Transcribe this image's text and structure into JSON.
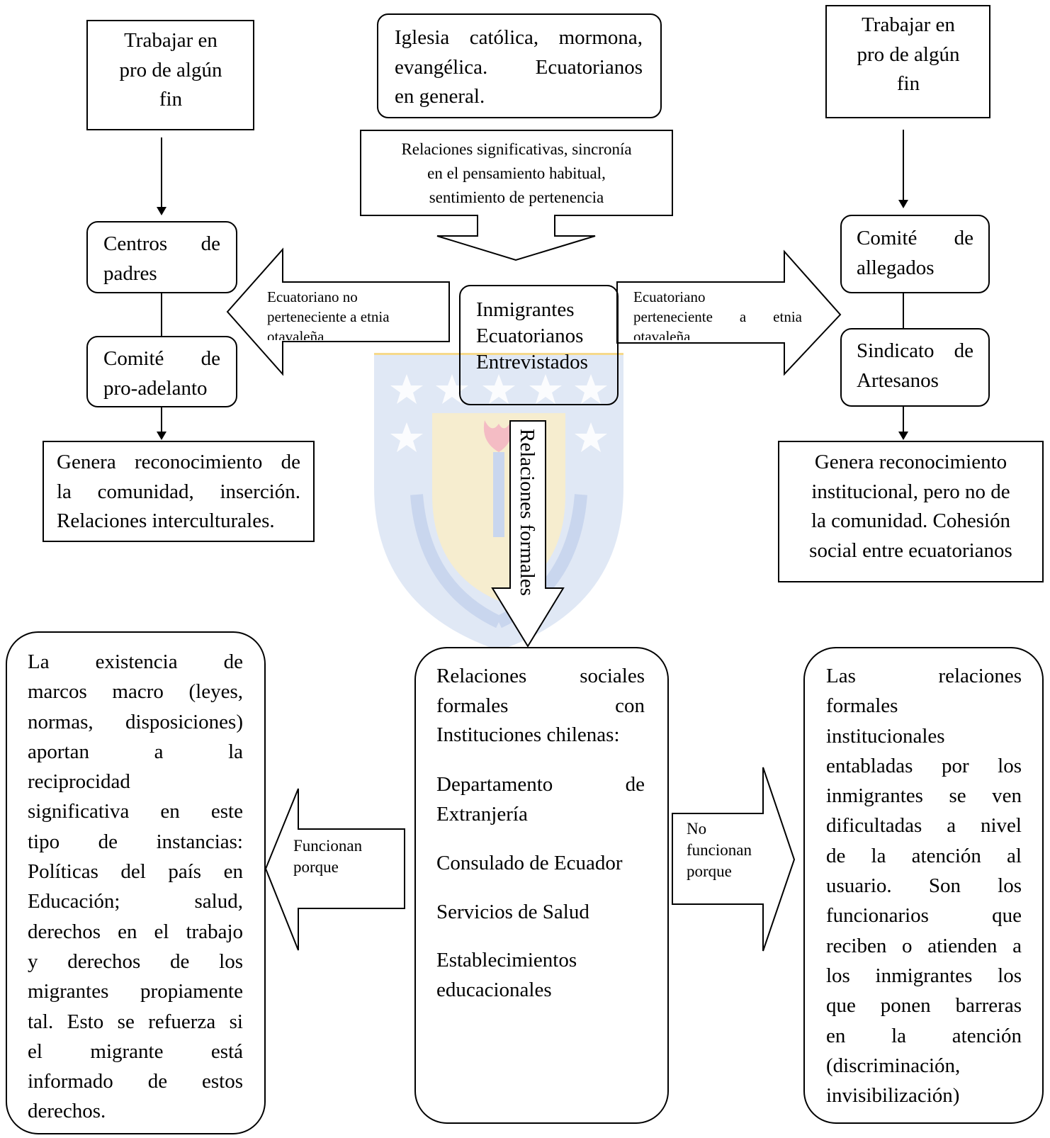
{
  "top_left_box": [
    "Trabajar en",
    "pro de algún",
    "fin"
  ],
  "top_center_box": [
    "Iglesia católica, mormona,",
    "evangélica. Ecuatorianos",
    "en general."
  ],
  "top_right_box": [
    "Trabajar en",
    "pro de algún",
    "fin"
  ],
  "center_arrow_box": [
    "Relaciones significativas, sincronía",
    "en el pensamiento habitual,",
    "sentimiento de pertenencia"
  ],
  "left_col": {
    "box1": [
      "Centros de",
      "padres"
    ],
    "box2": [
      "Comité de",
      "pro-adelanto"
    ],
    "result": [
      "Genera reconocimiento de",
      "la comunidad, inserción.",
      "Relaciones interculturales."
    ]
  },
  "right_col": {
    "box1": [
      "Comité de",
      "allegados"
    ],
    "box2": [
      "Sindicato de",
      "Artesanos"
    ],
    "result": [
      "Genera reconocimiento",
      "institucional, pero no de",
      "la comunidad. Cohesión",
      "social entre ecuatorianos"
    ]
  },
  "left_arrow_text": [
    "Ecuatoriano no",
    "perteneciente a etnia",
    "otavaleña"
  ],
  "right_arrow_text": [
    "Ecuatoriano",
    "perteneciente a etnia",
    "otavaleña"
  ],
  "center_box": [
    "Inmigrantes",
    "Ecuatorianos",
    "Entrevistados"
  ],
  "down_arrow_text": "Relaciones formales",
  "bottom_center": {
    "intro": [
      "Relaciones sociales",
      "formales con",
      "Instituciones chilenas:"
    ],
    "items": [
      [
        "Departamento de",
        "Extranjería"
      ],
      [
        "Consulado de Ecuador"
      ],
      [
        "Servicios de Salud"
      ],
      [
        "Establecimientos",
        "educacionales"
      ]
    ]
  },
  "bottom_left_arrow_text": [
    "Funcionan",
    "porque"
  ],
  "bottom_right_arrow_text": [
    "No",
    "funcionan",
    "porque"
  ],
  "bottom_left_box": [
    "La existencia de",
    "marcos macro (leyes,",
    "normas, disposiciones)",
    "aportan a la",
    "reciprocidad",
    "significativa en este",
    "tipo de instancias:",
    "Políticas del país en",
    "Educación; salud,",
    "derechos en el trabajo",
    "y derechos de los",
    "migrantes propiamente",
    "tal. Esto se refuerza si",
    "el migrante está",
    "informado de estos",
    "derechos."
  ],
  "bottom_right_box": [
    "Las relaciones",
    "formales",
    "institucionales",
    "entabladas por los",
    "inmigrantes se ven",
    "dificultadas a nivel",
    "de la atención al",
    "usuario. Son los",
    "funcionarios que",
    "reciben o atienden a",
    "los inmigrantes los",
    "que ponen barreras",
    "en la atención",
    "(discriminación,",
    "invisibilización)"
  ]
}
